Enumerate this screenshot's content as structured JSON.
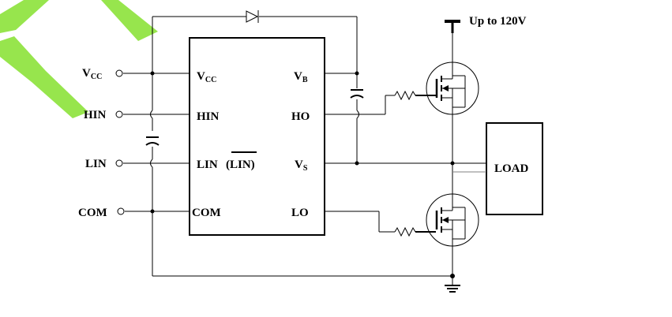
{
  "watermark_color": "#8ce23a",
  "supply": {
    "label": "Up to 120V"
  },
  "pins_left": {
    "vcc": {
      "main": "V",
      "sub": "CC"
    },
    "hin": "HIN",
    "lin": "LIN",
    "com": "COM"
  },
  "chip": {
    "vcc": {
      "main": "V",
      "sub": "CC"
    },
    "hin": "HIN",
    "lin": "LIN",
    "lin_bar": "(LIN)",
    "com": "COM",
    "vb": {
      "main": "V",
      "sub": "B"
    },
    "ho": "HO",
    "vs": {
      "main": "V",
      "sub": "S"
    },
    "lo": "LO"
  },
  "load": {
    "label": "LOAD"
  }
}
